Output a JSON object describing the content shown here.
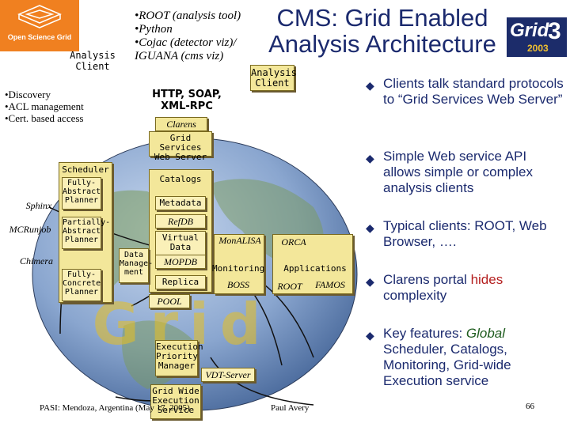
{
  "title": "CMS: Grid Enabled Analysis Architecture",
  "osg_logo_text": "Open Science Grid",
  "grid_logo": {
    "word": "Grid",
    "digit": "3",
    "year": "2003"
  },
  "tools_list": [
    "•ROOT (analysis tool)",
    "•Python",
    "•Cojac (detector viz)/",
    " IGUANA (cms viz)"
  ],
  "security_list": [
    "•Discovery",
    "•ACL management",
    "•Cert. based access"
  ],
  "protocol_label": "HTTP, SOAP, XML-RPC",
  "nodes": {
    "analysis_client_left": "Analysis Client",
    "analysis_client_right": "Analysis Client",
    "clarens": "Clarens",
    "grid_services_web_server": "Grid Services Web Server",
    "scheduler": "Scheduler",
    "fully_abstract_planner": "Fully-Abstract Planner",
    "partially_abstract_planner": "Partially-Abstract Planner",
    "fully_concrete_planner": "Fully-Concrete Planner",
    "sphinx": "Sphinx",
    "mcrunjob": "MCRunjob",
    "chimera": "Chimera",
    "catalogs": "Catalogs",
    "metadata": "Metadata",
    "refdb": "RefDB",
    "virtual_data": "Virtual Data",
    "mopdb": "MOPDB",
    "replica": "Replica",
    "pool": "POOL",
    "data_management": "Data Manage-ment",
    "monalisa": "MonALISA",
    "orca": "ORCA",
    "monitoring": "Monitoring",
    "applications": "Applications",
    "boss": "BOSS",
    "root": "ROOT",
    "famos": "FAMOS",
    "execution_priority_manager": "Execution Priority Manager",
    "vdt_server": "VDT-Server",
    "grid_wide_execution_service": "Grid Wide Execution Service"
  },
  "globe_word": "Grid",
  "bullets": [
    {
      "pre": "Clients talk standard protocols to “Grid Services Web Server”",
      "hl": "",
      "post": ""
    },
    {
      "pre": "Simple Web service API allows simple or complex analysis clients",
      "hl": "",
      "post": ""
    },
    {
      "pre": "Typical clients: ROOT, Web Browser, ….",
      "hl": "",
      "post": ""
    },
    {
      "pre": "Clarens portal ",
      "hl": "hides",
      "post": " complexity"
    },
    {
      "pre": "Key features: ",
      "hl": "Global",
      "post": " Scheduler, Catalogs, Monitoring, Grid-wide Execution service"
    }
  ],
  "footer": {
    "left": "PASI: Mendoza, Argentina (May 17, 2005)",
    "center": "Paul Avery",
    "page": "66"
  },
  "colors": {
    "title": "#1b2a6e",
    "box_fill": "#f3e79a",
    "highlight_red": "#b41e1e",
    "highlight_green": "#1e5c1e",
    "osg_orange": "#f08020"
  }
}
